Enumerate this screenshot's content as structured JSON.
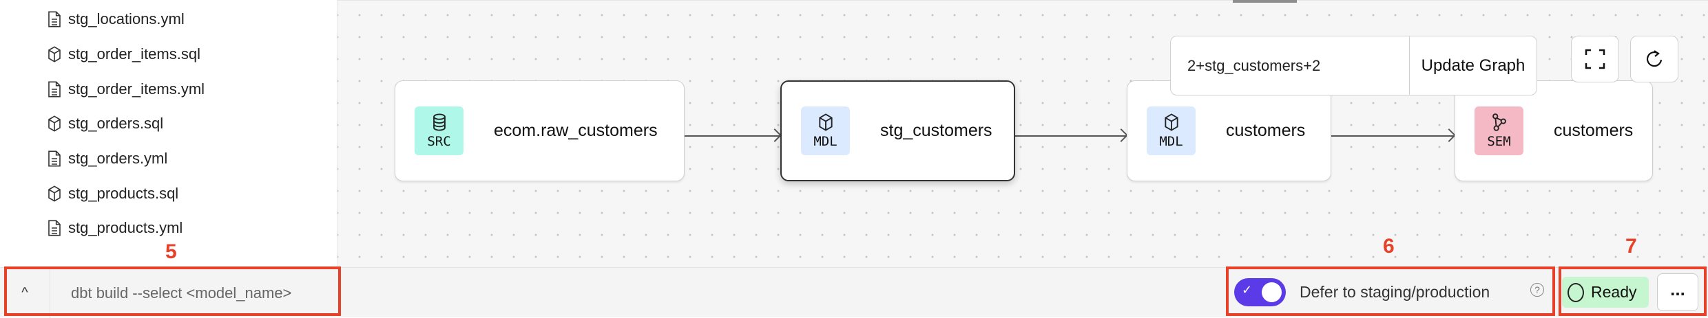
{
  "sidebar": {
    "files": [
      {
        "name": "stg_locations.yml",
        "icon": "file-text-icon"
      },
      {
        "name": "stg_order_items.sql",
        "icon": "cube-icon"
      },
      {
        "name": "stg_order_items.yml",
        "icon": "file-text-icon"
      },
      {
        "name": "stg_orders.sql",
        "icon": "cube-icon"
      },
      {
        "name": "stg_orders.yml",
        "icon": "file-text-icon"
      },
      {
        "name": "stg_products.sql",
        "icon": "cube-icon"
      },
      {
        "name": "stg_products.yml",
        "icon": "file-text-icon"
      }
    ]
  },
  "graph": {
    "filter_value": "2+stg_customers+2",
    "update_label": "Update Graph",
    "nodes": [
      {
        "badge": "SRC",
        "label": "ecom.raw_customers",
        "badge_color": "#aef7e9",
        "icon": "database-icon"
      },
      {
        "badge": "MDL",
        "label": "stg_customers",
        "badge_color": "#dbeafe",
        "icon": "cube-icon",
        "selected": true
      },
      {
        "badge": "MDL",
        "label": "customers",
        "badge_color": "#dbeafe",
        "icon": "cube-icon"
      },
      {
        "badge": "SEM",
        "label": "customers",
        "badge_color": "#f4b9c4",
        "icon": "semantic-graph-icon"
      }
    ]
  },
  "bottom": {
    "command_placeholder": "dbt build --select <model_name>",
    "chevron": "^",
    "defer_label": "Defer to staging/production",
    "defer_enabled": true,
    "help": "?",
    "status": "Ready",
    "more": "...",
    "toggle_color": "#5b3be8",
    "status_color": "#c6f6cf"
  },
  "annotations": {
    "a5": "5",
    "a6": "6",
    "a7": "7",
    "color": "#e8412a"
  }
}
